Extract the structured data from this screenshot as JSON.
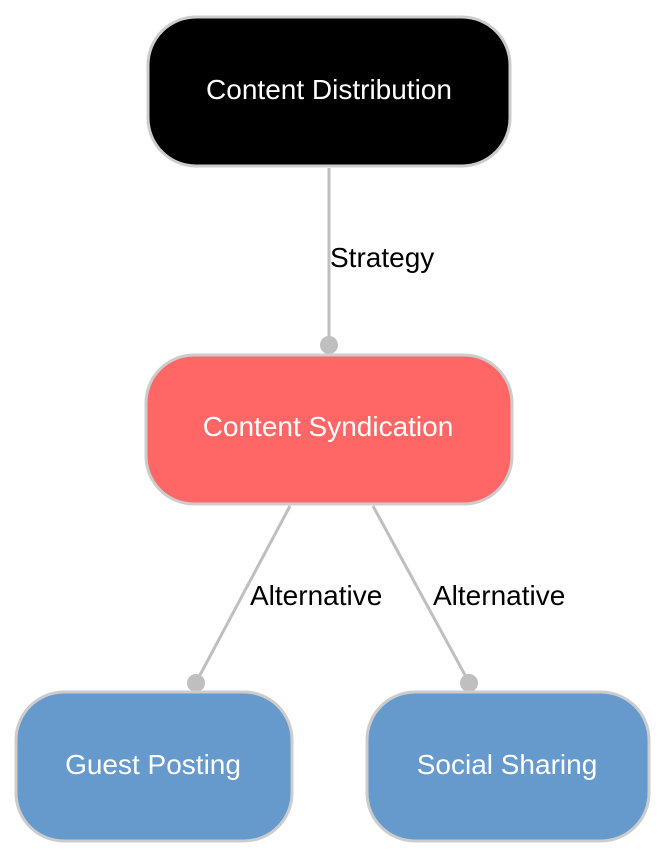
{
  "colors": {
    "edge": "#bfbfbf",
    "node_border": "#cccccc",
    "root_fill": "#000000",
    "syndication_fill": "#ff6666",
    "leaf_fill": "#6699cc",
    "node_text": "#ffffff",
    "edge_text": "#000000"
  },
  "nodes": {
    "content_distribution": {
      "label": "Content Distribution"
    },
    "content_syndication": {
      "label": "Content Syndication"
    },
    "guest_posting": {
      "label": "Guest Posting"
    },
    "social_sharing": {
      "label": "Social Sharing"
    }
  },
  "edges": {
    "strategy": {
      "label": "Strategy"
    },
    "alt_guest": {
      "label": "Alternative"
    },
    "alt_social": {
      "label": "Alternative"
    }
  }
}
